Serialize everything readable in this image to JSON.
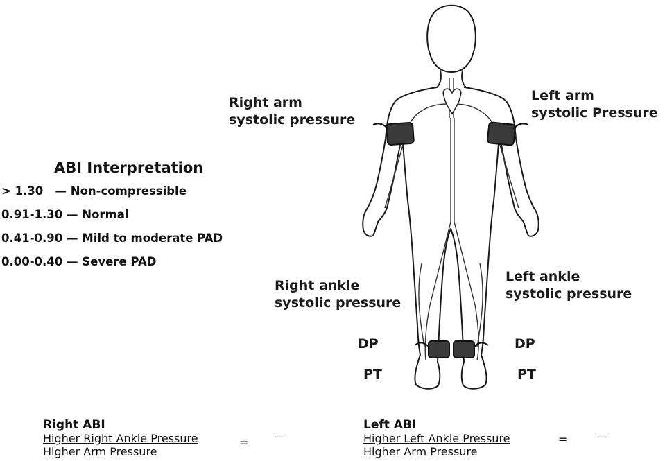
{
  "labels": {
    "right_arm": [
      "Right arm",
      "systolic pressure"
    ],
    "left_arm": [
      "Left arm",
      "systolic Pressure"
    ],
    "right_ankle": [
      "Right ankle",
      "systolic pressure"
    ],
    "left_ankle": [
      "Left ankle",
      "systolic pressure"
    ],
    "dp_right": "DP",
    "pt_right": "PT",
    "dp_left": "DP",
    "pt_left": "PT"
  },
  "interpretation": {
    "title": "ABI Interpretation",
    "rows": [
      {
        "range": "> 1.30",
        "sep": "   — ",
        "meaning": "Non-compressible"
      },
      {
        "range": "0.91-1.30",
        "sep": " — ",
        "meaning": "Normal"
      },
      {
        "range": "0.41-0.90",
        "sep": " — ",
        "meaning": "Mild to moderate PAD"
      },
      {
        "range": "0.00-0.40",
        "sep": " — ",
        "meaning": "Severe PAD"
      }
    ]
  },
  "formulas": {
    "right": {
      "title": "Right ABI",
      "numerator": "Higher Right Ankle Pressure",
      "denominator": "Higher Arm Pressure",
      "equals": "=",
      "result": "—"
    },
    "left": {
      "title": "Left ABI",
      "numerator": "Higher Left Ankle Pressure",
      "denominator": "Higher Arm Pressure",
      "equals": "=",
      "result": "—"
    }
  }
}
